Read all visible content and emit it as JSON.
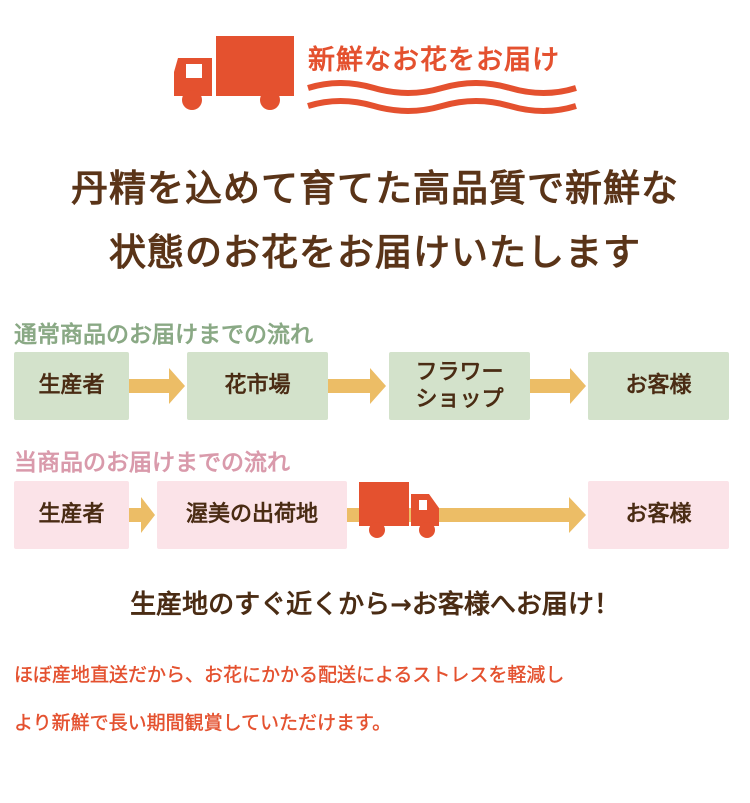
{
  "banner": {
    "title": "新鮮なお花をお届け",
    "icon": "truck-icon",
    "color": "#e4512f"
  },
  "headline": {
    "line1": "丹精を込めて育てた高品質で新鮮な",
    "line2": "状態のお花をお届けいたします"
  },
  "normal_flow": {
    "title": "通常商品のお届けまでの流れ",
    "steps": [
      "生産者",
      "花市場",
      "フラワーショップ",
      "お客様"
    ],
    "step3_lines": [
      "フラワー",
      "ショップ"
    ]
  },
  "this_flow": {
    "title": "当商品のお届けまでの流れ",
    "steps": [
      "生産者",
      "渥美の出荷地",
      "お客様"
    ]
  },
  "tagline": "生産地のすぐ近くから→お客様へお届け！",
  "note": {
    "line1": "ほぼ産地直送だから、お花にかかる配送によるストレスを軽減し",
    "line2": "より新鮮で長い期間観賞していただけます。"
  }
}
